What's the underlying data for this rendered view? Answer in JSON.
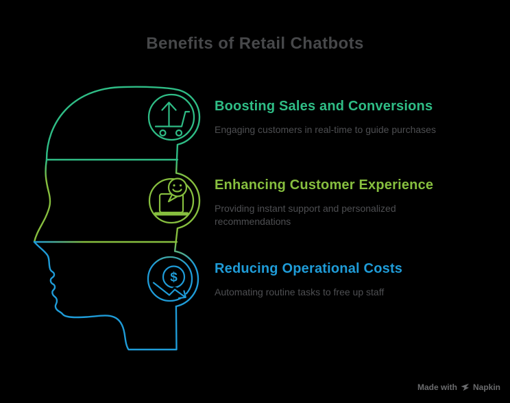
{
  "title": "Benefits of Retail Chatbots",
  "sections": [
    {
      "heading": "Boosting Sales and Conversions",
      "description": "Engaging customers in real-time to guide purchases",
      "color": "#2fbd86",
      "icon": "cart-up-arrow-icon"
    },
    {
      "heading": "Enhancing Customer Experience",
      "description": "Providing instant support and personalized recommendations",
      "color": "#87bf3f",
      "icon": "laptop-chat-smiley-icon"
    },
    {
      "heading": "Reducing Operational Costs",
      "description": "Automating routine tasks to free up staff",
      "color": "#1f9cd8",
      "icon": "dollar-decrease-icon"
    }
  ],
  "figure": {
    "name": "human-head-profile-outline",
    "gradient_colors": [
      "#2fbd86",
      "#87bf3f",
      "#1f9cd8"
    ],
    "dollar_symbol": "$"
  },
  "footer": {
    "made_with": "Made with",
    "brand": "Napkin"
  },
  "colors": {
    "background": "#000000",
    "title_text": "#47484a",
    "description_text": "#4e4f52",
    "footer_text": "#6a6b6d"
  }
}
